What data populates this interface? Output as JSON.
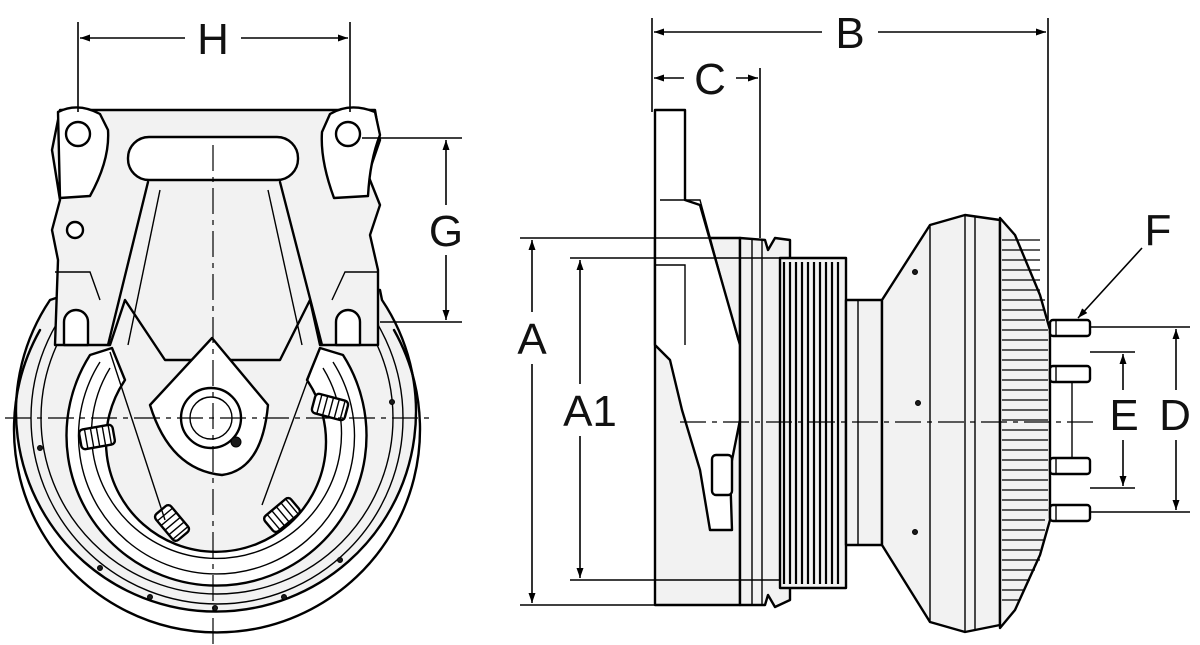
{
  "labels": {
    "H": "H",
    "G": "G",
    "B": "B",
    "C": "C",
    "A": "A",
    "A1": "A1",
    "F": "F",
    "E": "E",
    "D": "D"
  },
  "colors": {
    "line": "#000000",
    "fill": "#f2f2f2",
    "background": "#ffffff"
  }
}
